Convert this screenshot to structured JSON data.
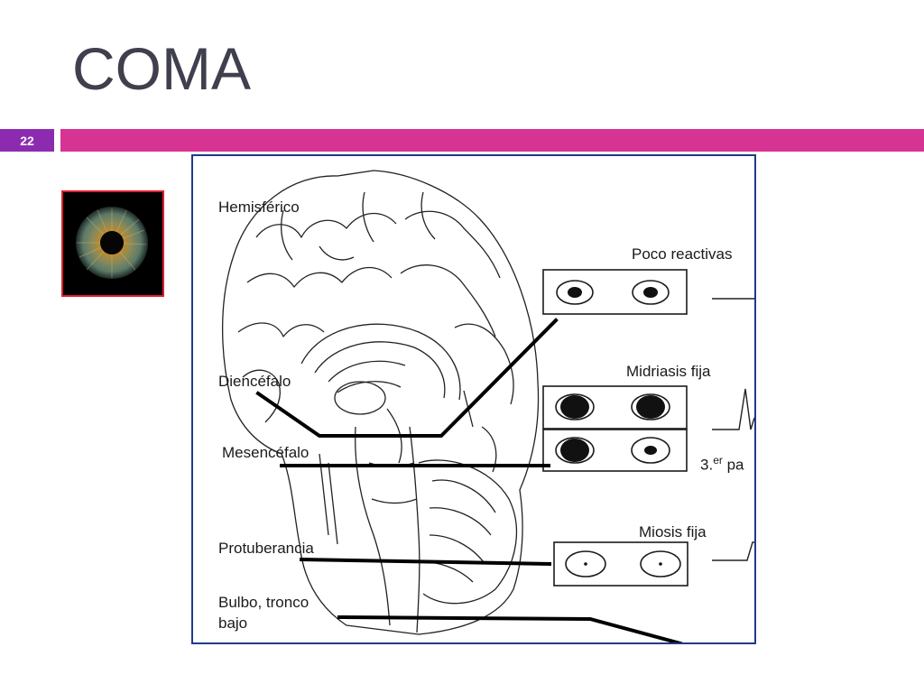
{
  "slide": {
    "title": "COMA",
    "number": "22",
    "accent_color": "#d63393",
    "number_badge_color": "#8d2bb0"
  },
  "thumbnail": {
    "icon": "eye-iris-icon",
    "border_color": "#e11d2d"
  },
  "figure": {
    "border_color": "#1e3a8a",
    "levels": {
      "hemisferico": "Hemisférico",
      "diencefalo": "Diencéfalo",
      "mesencefalo": "Mesencéfalo",
      "protuberancia": "Protuberancia",
      "bulbo_line1": "Bulbo, tronco",
      "bulbo_line2": "bajo"
    },
    "pupil_states": {
      "poco_reactivas": "Poco reactivas",
      "midriasis_fija": "Midriasis fija",
      "tercer_par_prefix": "3.",
      "tercer_par_sup": "er",
      "tercer_par_suffix": " pa",
      "miosis_fija": "Miosis fija"
    }
  }
}
